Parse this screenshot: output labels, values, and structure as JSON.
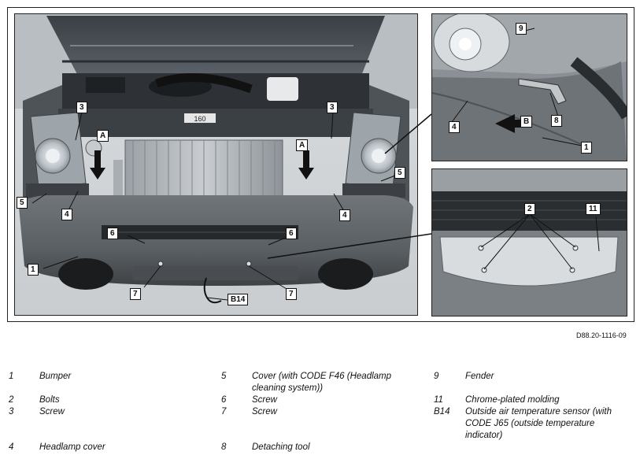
{
  "figure_id": "D88.20-1116-09",
  "callouts": {
    "main": {
      "c1": "1",
      "c3a": "3",
      "c3b": "3",
      "cAa": "A",
      "cAb": "A",
      "c5a": "5",
      "c5b": "5",
      "c4a": "4",
      "c4b": "4",
      "c6a": "6",
      "c6b": "6",
      "c7a": "7",
      "c7b": "7",
      "cB14": "B14"
    },
    "top_inset": {
      "c9": "9",
      "c4": "4",
      "cB": "B",
      "c8": "8",
      "c1": "1"
    },
    "bottom_inset": {
      "c2": "2",
      "c11": "11"
    }
  },
  "badge_text": "160",
  "legend": {
    "col1": [
      {
        "num": "1",
        "text": "Bumper"
      },
      {
        "num": "2",
        "text": "Bolts"
      },
      {
        "num": "3",
        "text": "Screw"
      },
      {
        "num": "4",
        "text": "Headlamp cover"
      }
    ],
    "col2": [
      {
        "num": "5",
        "text": "Cover (with CODE F46 (Headlamp cleaning system))"
      },
      {
        "num": "6",
        "text": "Screw"
      },
      {
        "num": "7",
        "text": "Screw"
      },
      {
        "num": "8",
        "text": "Detaching tool"
      }
    ],
    "col3": [
      {
        "num": "9",
        "text": "Fender"
      },
      {
        "num": "11",
        "text": "Chrome-plated molding"
      },
      {
        "num": "B14",
        "text": "Outside air temperature sensor (with CODE J65 (outside temperature indicator)"
      }
    ]
  }
}
